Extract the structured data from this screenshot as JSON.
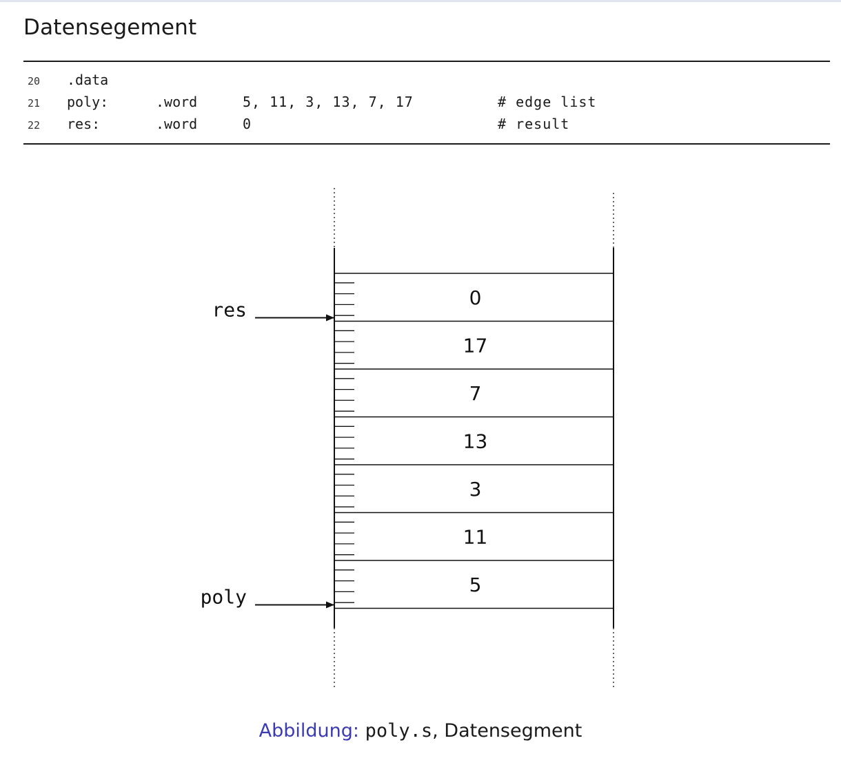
{
  "title": "Datensegement",
  "code": [
    {
      "line": "20",
      "label": ".data",
      "directive": "",
      "values": "",
      "comment": ""
    },
    {
      "line": "21",
      "label": "poly:",
      "directive": ".word",
      "values": "5, 11, 3, 13, 7, 17",
      "comment": "# edge list"
    },
    {
      "line": "22",
      "label": "res:",
      "directive": ".word",
      "values": "0",
      "comment": "# result"
    }
  ],
  "memory": {
    "cells_top_to_bottom": [
      "0",
      "17",
      "7",
      "13",
      "3",
      "11",
      "5"
    ],
    "pointers": [
      {
        "name": "res",
        "cell_index": 0
      },
      {
        "name": "poly",
        "cell_index": 6
      }
    ]
  },
  "caption": {
    "prefix": "Abbildung:",
    "file": "poly.s",
    "rest": ", Datensegment"
  }
}
